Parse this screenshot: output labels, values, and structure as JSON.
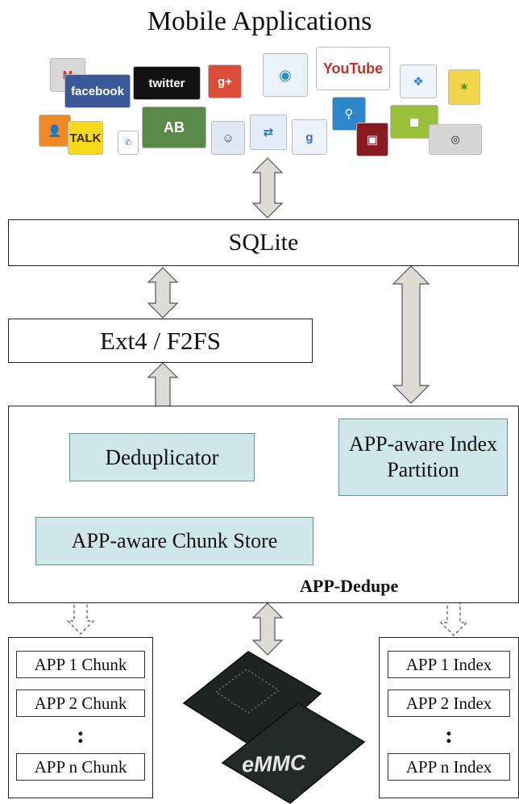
{
  "title": "Mobile Applications",
  "app_icons": [
    {
      "name": "gmail-icon",
      "text": "M",
      "color": "#d8d8d8",
      "fg": "#c0392b"
    },
    {
      "name": "facebook-icon",
      "text": "facebook",
      "color": "#3b5998",
      "fg": "#ffffff"
    },
    {
      "name": "twitter-icon",
      "text": "twitter",
      "color": "#111111",
      "fg": "#ffffff"
    },
    {
      "name": "google-plus-icon",
      "text": "g+",
      "color": "#dd4b39",
      "fg": "#ffffff"
    },
    {
      "name": "chrome-like-icon",
      "text": "◉",
      "color": "#e8f2f7",
      "fg": "#2a8fc4"
    },
    {
      "name": "youtube-icon",
      "text": "YouTube",
      "color": "#ffffff",
      "fg": "#c4302b"
    },
    {
      "name": "dropbox-icon",
      "text": "❖",
      "color": "#eef4fb",
      "fg": "#2c7ed6"
    },
    {
      "name": "yellow-app-icon",
      "text": "✶",
      "color": "#f1d54a",
      "fg": "#3a8a2a"
    },
    {
      "name": "contacts-icon",
      "text": "👤",
      "color": "#f18a25",
      "fg": "#ffffff"
    },
    {
      "name": "kakaotalk-icon",
      "text": "TALK",
      "color": "#f7d91c",
      "fg": "#3a2a1a"
    },
    {
      "name": "phone-icon",
      "text": "✆",
      "color": "#ffffff",
      "fg": "#3a6fb0"
    },
    {
      "name": "angry-birds-icon",
      "text": "AB",
      "color": "#5a8a4a",
      "fg": "#ffffff"
    },
    {
      "name": "finder-icon",
      "text": "☺",
      "color": "#dfe8f3",
      "fg": "#34495e"
    },
    {
      "name": "browser-icon",
      "text": "⇄",
      "color": "#e3eef8",
      "fg": "#2a75b8"
    },
    {
      "name": "google-search-icon",
      "text": "g",
      "color": "#edf2fa",
      "fg": "#3a6fd0"
    },
    {
      "name": "lock-app-icon",
      "text": "⚲",
      "color": "#2d86c9",
      "fg": "#ffffff"
    },
    {
      "name": "red-app-icon",
      "text": "▣",
      "color": "#8a1a22",
      "fg": "#ffffff"
    },
    {
      "name": "android-icon",
      "text": "◼",
      "color": "#9ac03a",
      "fg": "#ffffff"
    },
    {
      "name": "camera-icon",
      "text": "◎",
      "color": "#d6d6d6",
      "fg": "#222222"
    }
  ],
  "sqlite_label": "SQLite",
  "fs_label": "Ext4 / F2FS",
  "deduplicator_label": "Deduplicator",
  "index_partition_label": "APP-aware Index Partition",
  "chunk_store_label": "APP-aware Chunk Store",
  "app_dedupe_label": "APP-Dedupe",
  "chunks": [
    "APP 1 Chunk",
    "APP 2 Chunk",
    "APP n Chunk"
  ],
  "indexes": [
    "APP 1 Index",
    "APP 2 Index",
    "APP n Index"
  ],
  "ellipsis": ":",
  "emmc_label": "eMMC"
}
